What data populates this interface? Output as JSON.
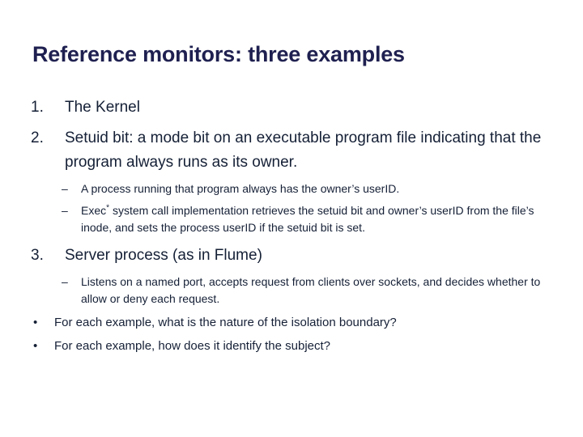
{
  "slide": {
    "title": "Reference monitors: three examples",
    "title_color": "#1f2050",
    "body_color": "#152036",
    "background_color": "#ffffff",
    "outline": {
      "item1_marker": "1.",
      "item1_text": "The Kernel",
      "item2_marker": "2.",
      "item2_text": "Setuid bit: a mode bit on an executable program file indicating that the program always runs as its owner.",
      "item2_sub1_marker": "–",
      "item2_sub1_text": "A process running that program always has the owner’s userID.",
      "item2_sub2_marker": "–",
      "item2_sub2_text_a": "Exec",
      "item2_sub2_star": "*",
      "item2_sub2_text_b": " system call implementation retrieves the setuid bit and owner’s userID from the file’s inode, and sets the process userID if the setuid bit is set.",
      "item3_marker": "3.",
      "item3_text": "Server process (as in Flume)",
      "item3_sub1_marker": "–",
      "item3_sub1_text": "Listens on a named port, accepts request from clients over sockets, and decides whether to allow or deny each request.",
      "question1_marker": "•",
      "question1_text": "For each example, what is the nature of the isolation boundary?",
      "question2_marker": "•",
      "question2_text": "For each example, how does it identify the subject?"
    }
  }
}
